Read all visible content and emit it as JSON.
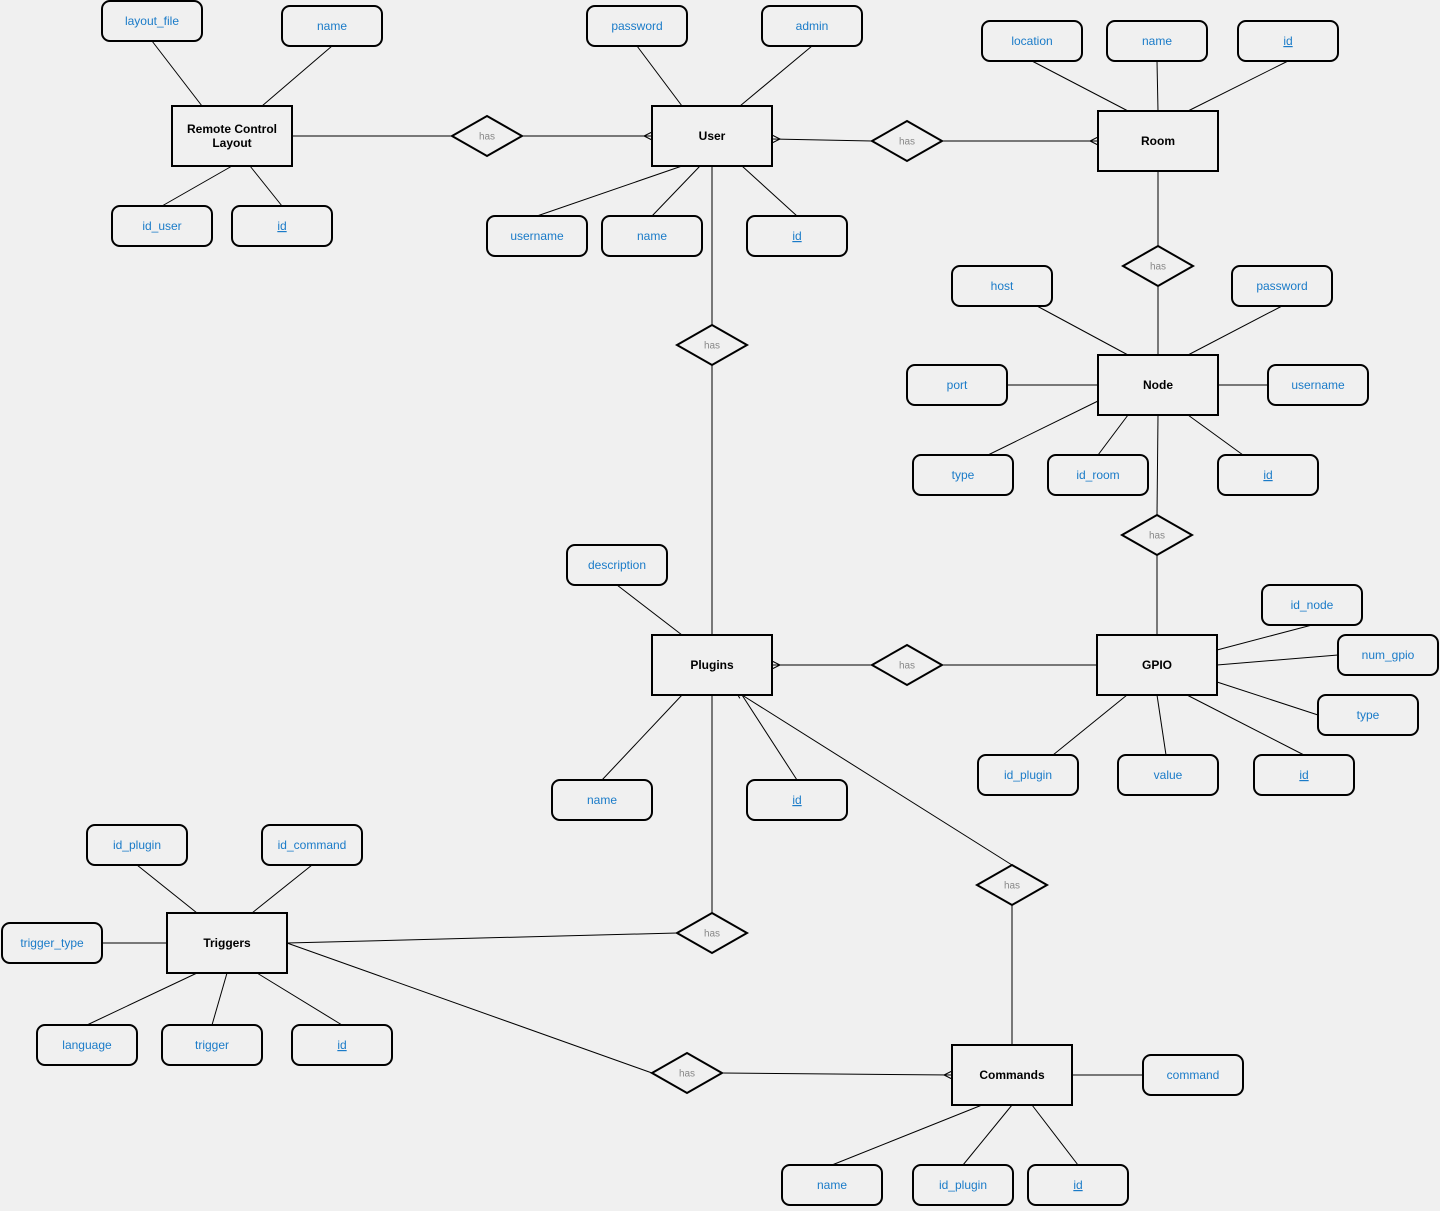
{
  "relationship_label": "has",
  "entities": {
    "remote_control_layout": {
      "lines": [
        "Remote Control",
        "Layout"
      ]
    },
    "user": {
      "lines": [
        "User"
      ]
    },
    "room": {
      "lines": [
        "Room"
      ]
    },
    "node": {
      "lines": [
        "Node"
      ]
    },
    "plugins": {
      "lines": [
        "Plugins"
      ]
    },
    "gpio": {
      "lines": [
        "GPIO"
      ]
    },
    "triggers": {
      "lines": [
        "Triggers"
      ]
    },
    "commands": {
      "lines": [
        "Commands"
      ]
    }
  },
  "attributes": {
    "rcl_layout_file": {
      "text": "layout_file",
      "key": false
    },
    "rcl_name": {
      "text": "name",
      "key": false
    },
    "rcl_id_user": {
      "text": "id_user",
      "key": false
    },
    "rcl_id": {
      "text": "id",
      "key": true
    },
    "user_password": {
      "text": "password",
      "key": false
    },
    "user_admin": {
      "text": "admin",
      "key": false
    },
    "user_username": {
      "text": "username",
      "key": false
    },
    "user_name": {
      "text": "name",
      "key": false
    },
    "user_id": {
      "text": "id",
      "key": true
    },
    "room_location": {
      "text": "location",
      "key": false
    },
    "room_name": {
      "text": "name",
      "key": false
    },
    "room_id": {
      "text": "id",
      "key": true
    },
    "node_host": {
      "text": "host",
      "key": false
    },
    "node_password": {
      "text": "password",
      "key": false
    },
    "node_port": {
      "text": "port",
      "key": false
    },
    "node_username": {
      "text": "username",
      "key": false
    },
    "node_type": {
      "text": "type",
      "key": false
    },
    "node_id_room": {
      "text": "id_room",
      "key": false
    },
    "node_id": {
      "text": "id",
      "key": true
    },
    "plugins_description": {
      "text": "description",
      "key": false
    },
    "plugins_name": {
      "text": "name",
      "key": false
    },
    "plugins_id": {
      "text": "id",
      "key": true
    },
    "gpio_id_node": {
      "text": "id_node",
      "key": false
    },
    "gpio_num_gpio": {
      "text": "num_gpio",
      "key": false
    },
    "gpio_type": {
      "text": "type",
      "key": false
    },
    "gpio_id_plugin": {
      "text": "id_plugin",
      "key": false
    },
    "gpio_value": {
      "text": "value",
      "key": false
    },
    "gpio_id": {
      "text": "id",
      "key": true
    },
    "triggers_id_plugin": {
      "text": "id_plugin",
      "key": false
    },
    "triggers_id_command": {
      "text": "id_command",
      "key": false
    },
    "triggers_trigger_type": {
      "text": "trigger_type",
      "key": false
    },
    "triggers_language": {
      "text": "language",
      "key": false
    },
    "triggers_trigger": {
      "text": "trigger",
      "key": false
    },
    "triggers_id": {
      "text": "id",
      "key": true
    },
    "commands_command": {
      "text": "command",
      "key": false
    },
    "commands_name": {
      "text": "name",
      "key": false
    },
    "commands_id_plugin": {
      "text": "id_plugin",
      "key": false
    },
    "commands_id": {
      "text": "id",
      "key": true
    }
  }
}
